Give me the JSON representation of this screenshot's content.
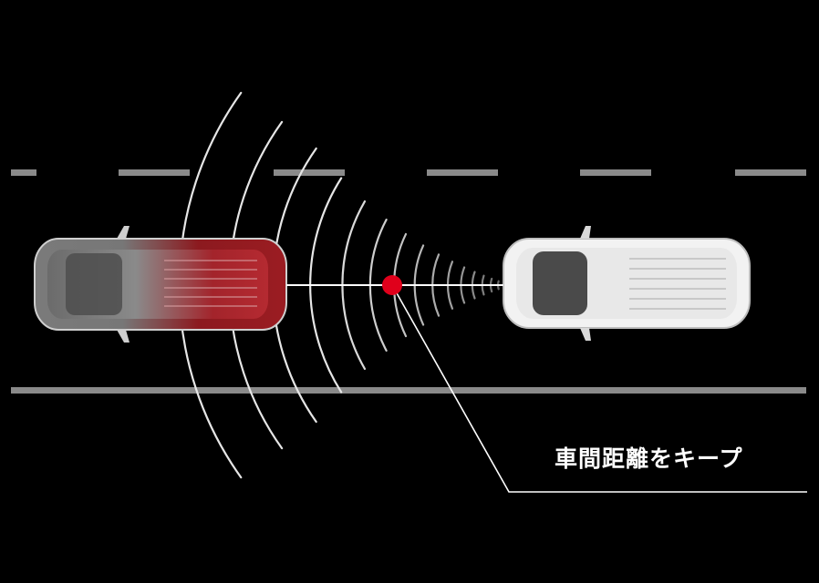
{
  "diagram": {
    "caption": "車間距離をキープ",
    "colors": {
      "background": "#000000",
      "road_marking": "#8a8a8a",
      "radar_wave": "#e6e6e6",
      "distance_point": "#e0001b",
      "leader_line": "#ffffff",
      "own_vehicle_accent": "#8c1a1f",
      "lead_vehicle_body": "#f2f2f2"
    },
    "icons": {
      "own_vehicle": "red-minivan-top-view",
      "lead_vehicle": "white-minivan-top-view",
      "radar": "radar-wave-arcs",
      "distance_point": "red-dot"
    }
  }
}
